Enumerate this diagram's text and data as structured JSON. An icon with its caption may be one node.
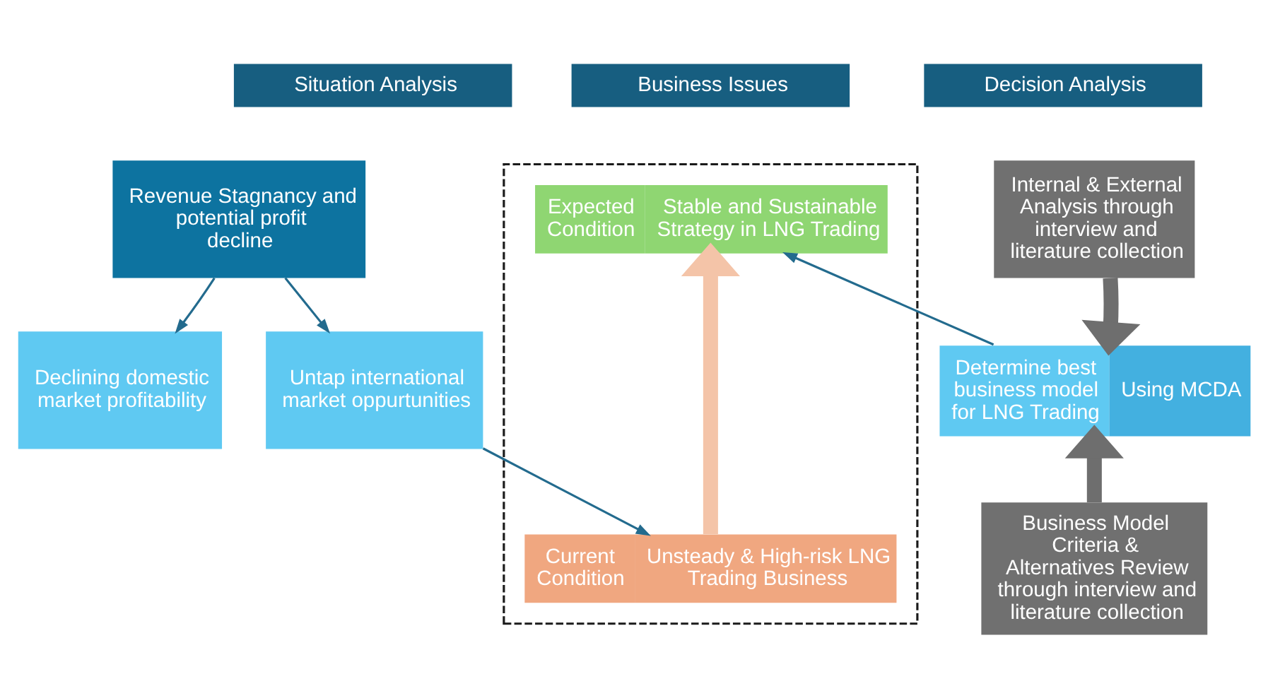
{
  "diagram": {
    "nodes": [
      {
        "text": [
          "Situation Analysis"
        ]
      },
      {
        "text": [
          "Business Issues"
        ]
      },
      {
        "text": [
          "Decision Analysis"
        ]
      },
      {
        "text": [
          "Revenue Stagnancy and potential profit decline"
        ]
      },
      {
        "text": [
          "Declining domestic market profitability"
        ]
      },
      {
        "text": [
          "Untap international market oppurtunities"
        ]
      },
      {
        "text": [],
        "shape": "box"
      },
      {
        "text": [
          "Expected Condition",
          "Stable and Sustainable Strategy in LNG Trading"
        ],
        "in": 6
      },
      {
        "text": [
          "Current Condition",
          "Unsteady & High-risk LNG Trading Business"
        ],
        "in": 6
      },
      {
        "text": [
          "Internal & External Analysis through interview and literature collection"
        ]
      },
      {
        "text": [
          "Determine best business model for LNG Trading",
          "Using MCDA"
        ]
      },
      {
        "text": [
          "Business Model Criteria & Alternatives Review through interview and literature collection"
        ]
      }
    ],
    "edges": [
      {
        "from": 3,
        "to": 4,
        "arrow": "to"
      },
      {
        "from": 3,
        "to": 5,
        "arrow": "to"
      },
      {
        "from": 5,
        "to": 8,
        "arrow": "to"
      },
      {
        "from": 10,
        "to": 7,
        "arrow": "to"
      },
      {
        "from": 8,
        "to": 7,
        "arrow": "to",
        "style": "thick",
        "color": "#f4c4a8"
      },
      {
        "from": 9,
        "to": 10,
        "arrow": "to",
        "style": "thick",
        "color": "#6e6e6e"
      },
      {
        "from": 11,
        "to": 10,
        "arrow": "to",
        "style": "thick",
        "color": "#6e6e6e"
      }
    ]
  }
}
